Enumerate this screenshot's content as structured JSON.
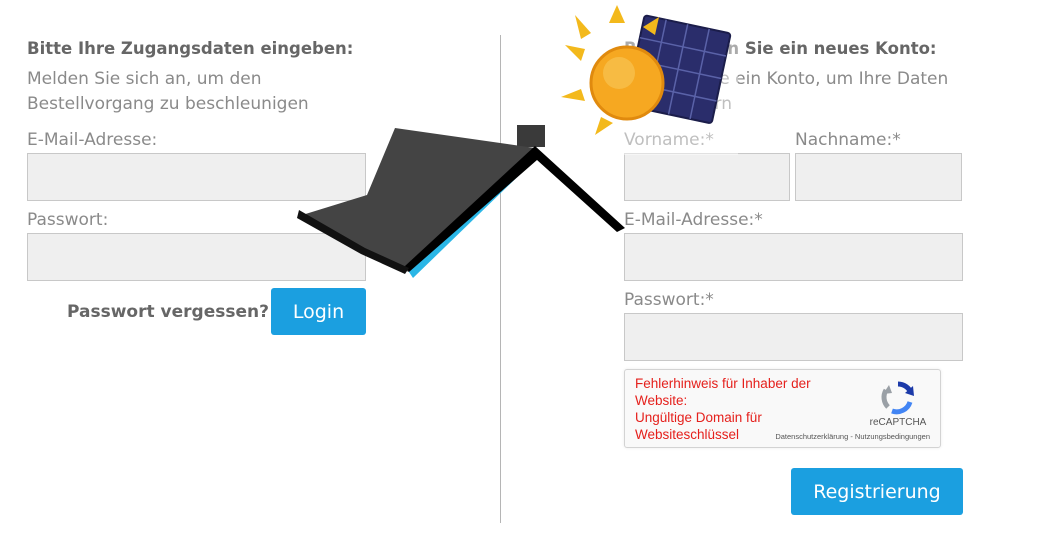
{
  "login": {
    "heading": "Bitte Ihre Zugangsdaten eingeben:",
    "subtext_line1": "Melden Sie sich an, um den",
    "subtext_line2": "Bestellvorgang zu beschleunigen",
    "email_label": "E-Mail-Adresse:",
    "email_value": "",
    "password_label": "Passwort:",
    "password_value": "",
    "forgot_label": "Passwort vergessen?",
    "login_label": "Login"
  },
  "register": {
    "heading": "Registrieren Sie ein neues Konto:",
    "subtext_line1": "Erstellen Sie ein Konto, um Ihre Daten",
    "subtext_line2": "zu speichern",
    "firstname_label": "Vorname:*",
    "firstname_value": "",
    "lastname_label": "Nachname:*",
    "lastname_value": "",
    "email_label": "E-Mail-Adresse:*",
    "email_value": "",
    "password_label": "Passwort:*",
    "password_value": "",
    "submit_label": "Registrierung"
  },
  "captcha": {
    "error_line1": "Fehlerhinweis für Inhaber der",
    "error_line2": "Website:",
    "error_line3": "Ungültige Domain für",
    "error_line4": "Websiteschlüssel",
    "brand": "reCAPTCHA",
    "links": "Datenschutzerklärung - Nutzungsbedingungen",
    "logo_icon": "recaptcha-logo-icon"
  },
  "overlays": {
    "sun_icon": "sun-solar-panel-icon",
    "house_icon": "house-roof-icon"
  },
  "colors": {
    "accent": "#1b9fe0",
    "error": "#e5201c",
    "field_bg": "#efefef"
  }
}
